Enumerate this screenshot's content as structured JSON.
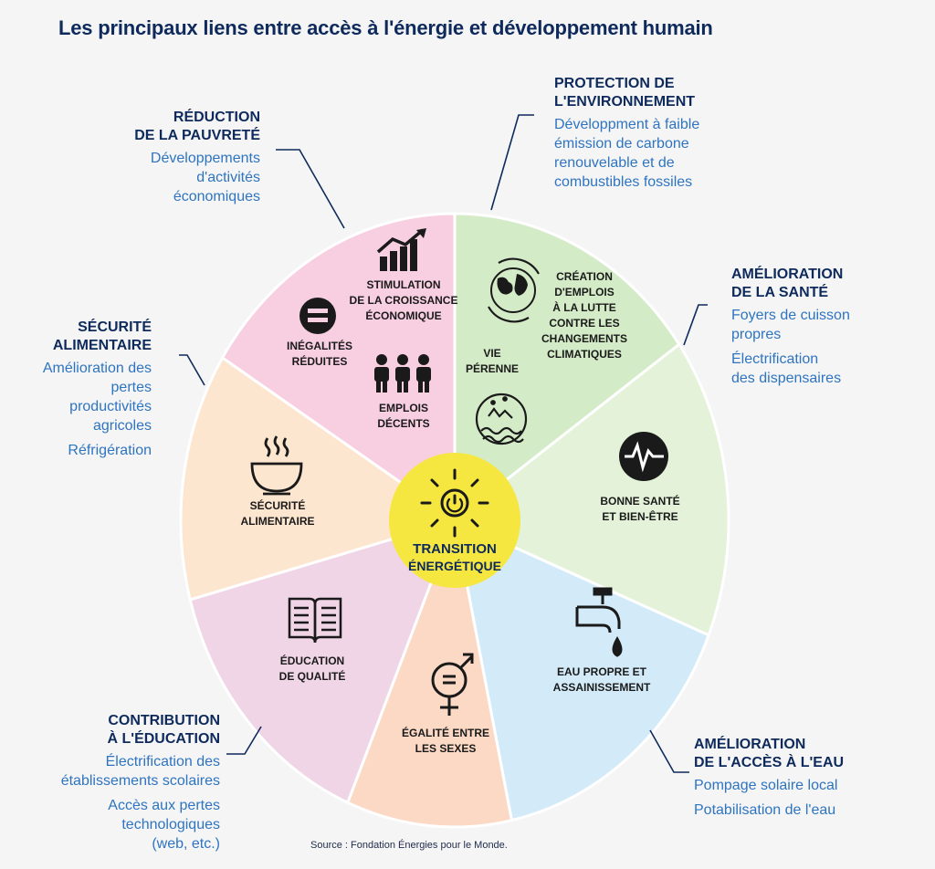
{
  "title": "Les principaux liens entre accès à l'énergie et développement humain",
  "center": {
    "line1": "TRANSITION",
    "line2": "ÉNERGÉTIQUE"
  },
  "colors": {
    "pink": "#f8cfe0",
    "green": "#d4ebc7",
    "green2": "#e3f2d8",
    "orange": "#fde6cf",
    "mauve": "#f0d5e6",
    "peach": "#fbd9c4",
    "blue": "#d3ebf8",
    "center": "#f5e640",
    "navy": "#0e2a5c",
    "link": "#2e74c0"
  },
  "segments": {
    "croissance": "STIMULATION\nDE LA CROISSANCE\nÉCONOMIQUE",
    "inegalites": "INÉGALITÉS\nRÉDUITES",
    "emplois": "EMPLOIS\nDÉCENTS",
    "climat": "CRÉATION\nD'EMPLOIS\nÀ LA LUTTE\nCONTRE LES\nCHANGEMENTS\nCLIMATIQUES",
    "vie": "VIE\nPÉRENNE",
    "sante": "BONNE SANTÉ\nET BIEN-ÊTRE",
    "eau": "EAU PROPRE ET\nASSAINISSEMENT",
    "egalite": "ÉGALITÉ ENTRE\nLES SEXES",
    "education": "ÉDUCATION\nDE QUALITÉ",
    "alimentaire": "SÉCURITÉ\nALIMENTAIRE"
  },
  "annotations": {
    "pauvrete": {
      "h1": "RÉDUCTION",
      "h2": "DE LA PAUVRETÉ",
      "b": [
        "Développements",
        "d'activités",
        "économiques"
      ]
    },
    "environnement": {
      "h1": "PROTECTION DE",
      "h2": "L'ENVIRONNEMENT",
      "b": [
        "Développment à faible",
        "émission de carbone",
        "renouvelable et de",
        "combustibles fossiles"
      ]
    },
    "sante": {
      "h1": "AMÉLIORATION",
      "h2": "DE LA SANTÉ",
      "b1": [
        "Foyers de cuisson",
        "propres"
      ],
      "b2": [
        "Électrification",
        "des dispensaires"
      ]
    },
    "alimentaire": {
      "h1": "SÉCURITÉ",
      "h2": "ALIMENTAIRE",
      "b1": [
        "Amélioration des",
        "pertes",
        "productivités",
        "agricoles"
      ],
      "b2": [
        "Réfrigération"
      ]
    },
    "education": {
      "h1": "CONTRIBUTION",
      "h2": "À L'ÉDUCATION",
      "b1": [
        "Électrification des",
        "établissements scolaires"
      ],
      "b2": [
        "Accès aux pertes",
        "technologiques",
        "(web, etc.)"
      ]
    },
    "eau": {
      "h1": "AMÉLIORATION",
      "h2": "DE L'ACCÈS À L'EAU",
      "b1": [
        "Pompage solaire local"
      ],
      "b2": [
        "Potabilisation de l'eau"
      ]
    }
  },
  "source": "Source : Fondation Énergies pour le Monde."
}
